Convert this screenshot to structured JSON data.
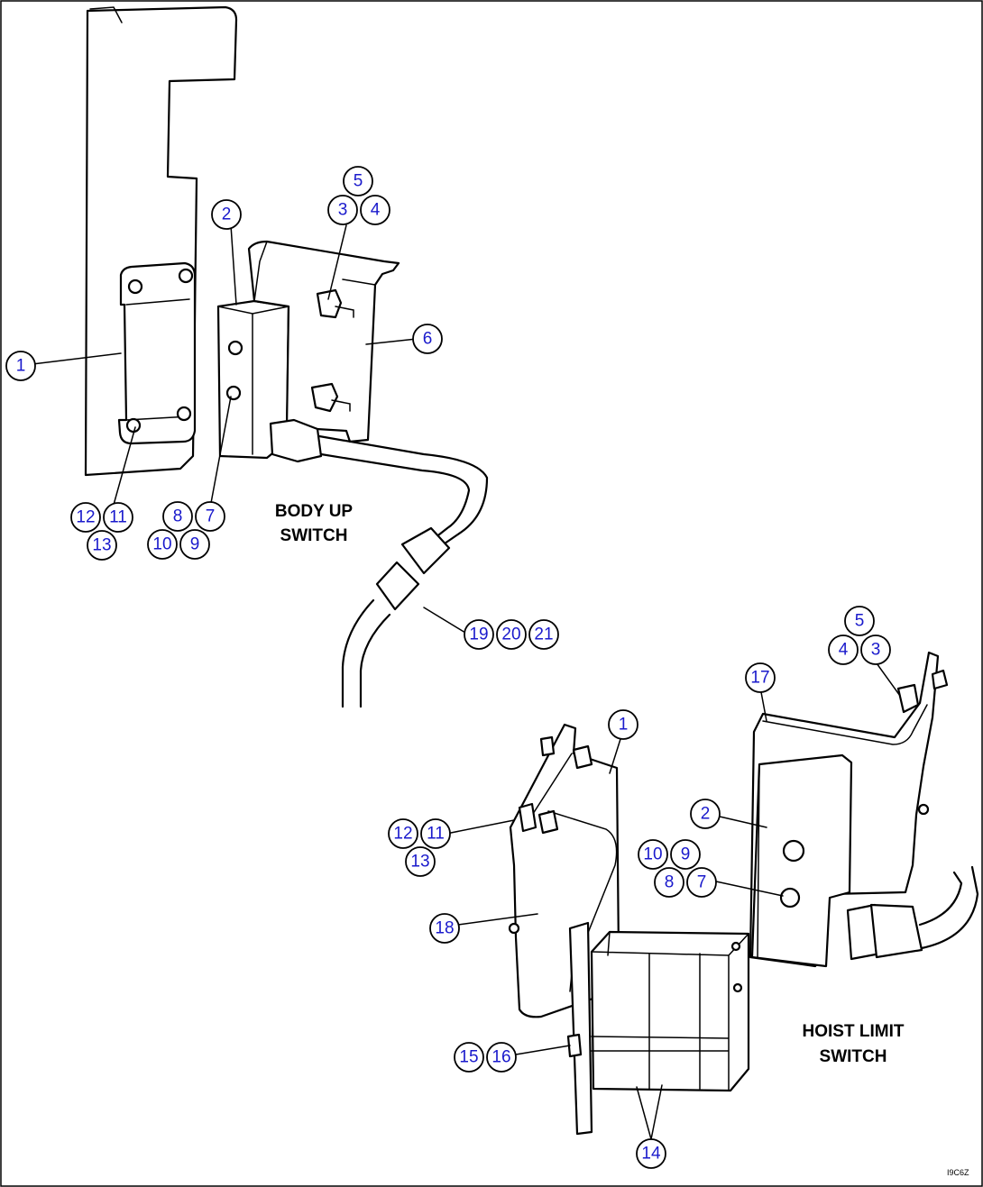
{
  "captions": {
    "body_up": [
      "BODY UP",
      "SWITCH"
    ],
    "hoist_limit": [
      "HOIST LIMIT",
      "SWITCH"
    ]
  },
  "drawing_code": "I9C6Z",
  "callouts": {
    "upper": {
      "c1": "1",
      "c2": "2",
      "c5": "5",
      "c3": "3",
      "c4": "4",
      "c6": "6",
      "c12": "12",
      "c11": "11",
      "c13": "13",
      "c8": "8",
      "c7": "7",
      "c10": "10",
      "c9": "9",
      "c19": "19",
      "c20": "20",
      "c21": "21"
    },
    "lower": {
      "c5": "5",
      "c4": "4",
      "c3": "3",
      "c17": "17",
      "c1": "1",
      "c12": "12",
      "c11": "11",
      "c13": "13",
      "c2": "2",
      "c10": "10",
      "c9": "9",
      "c8": "8",
      "c7": "7",
      "c18": "18",
      "c15": "15",
      "c16": "16",
      "c14": "14"
    }
  }
}
